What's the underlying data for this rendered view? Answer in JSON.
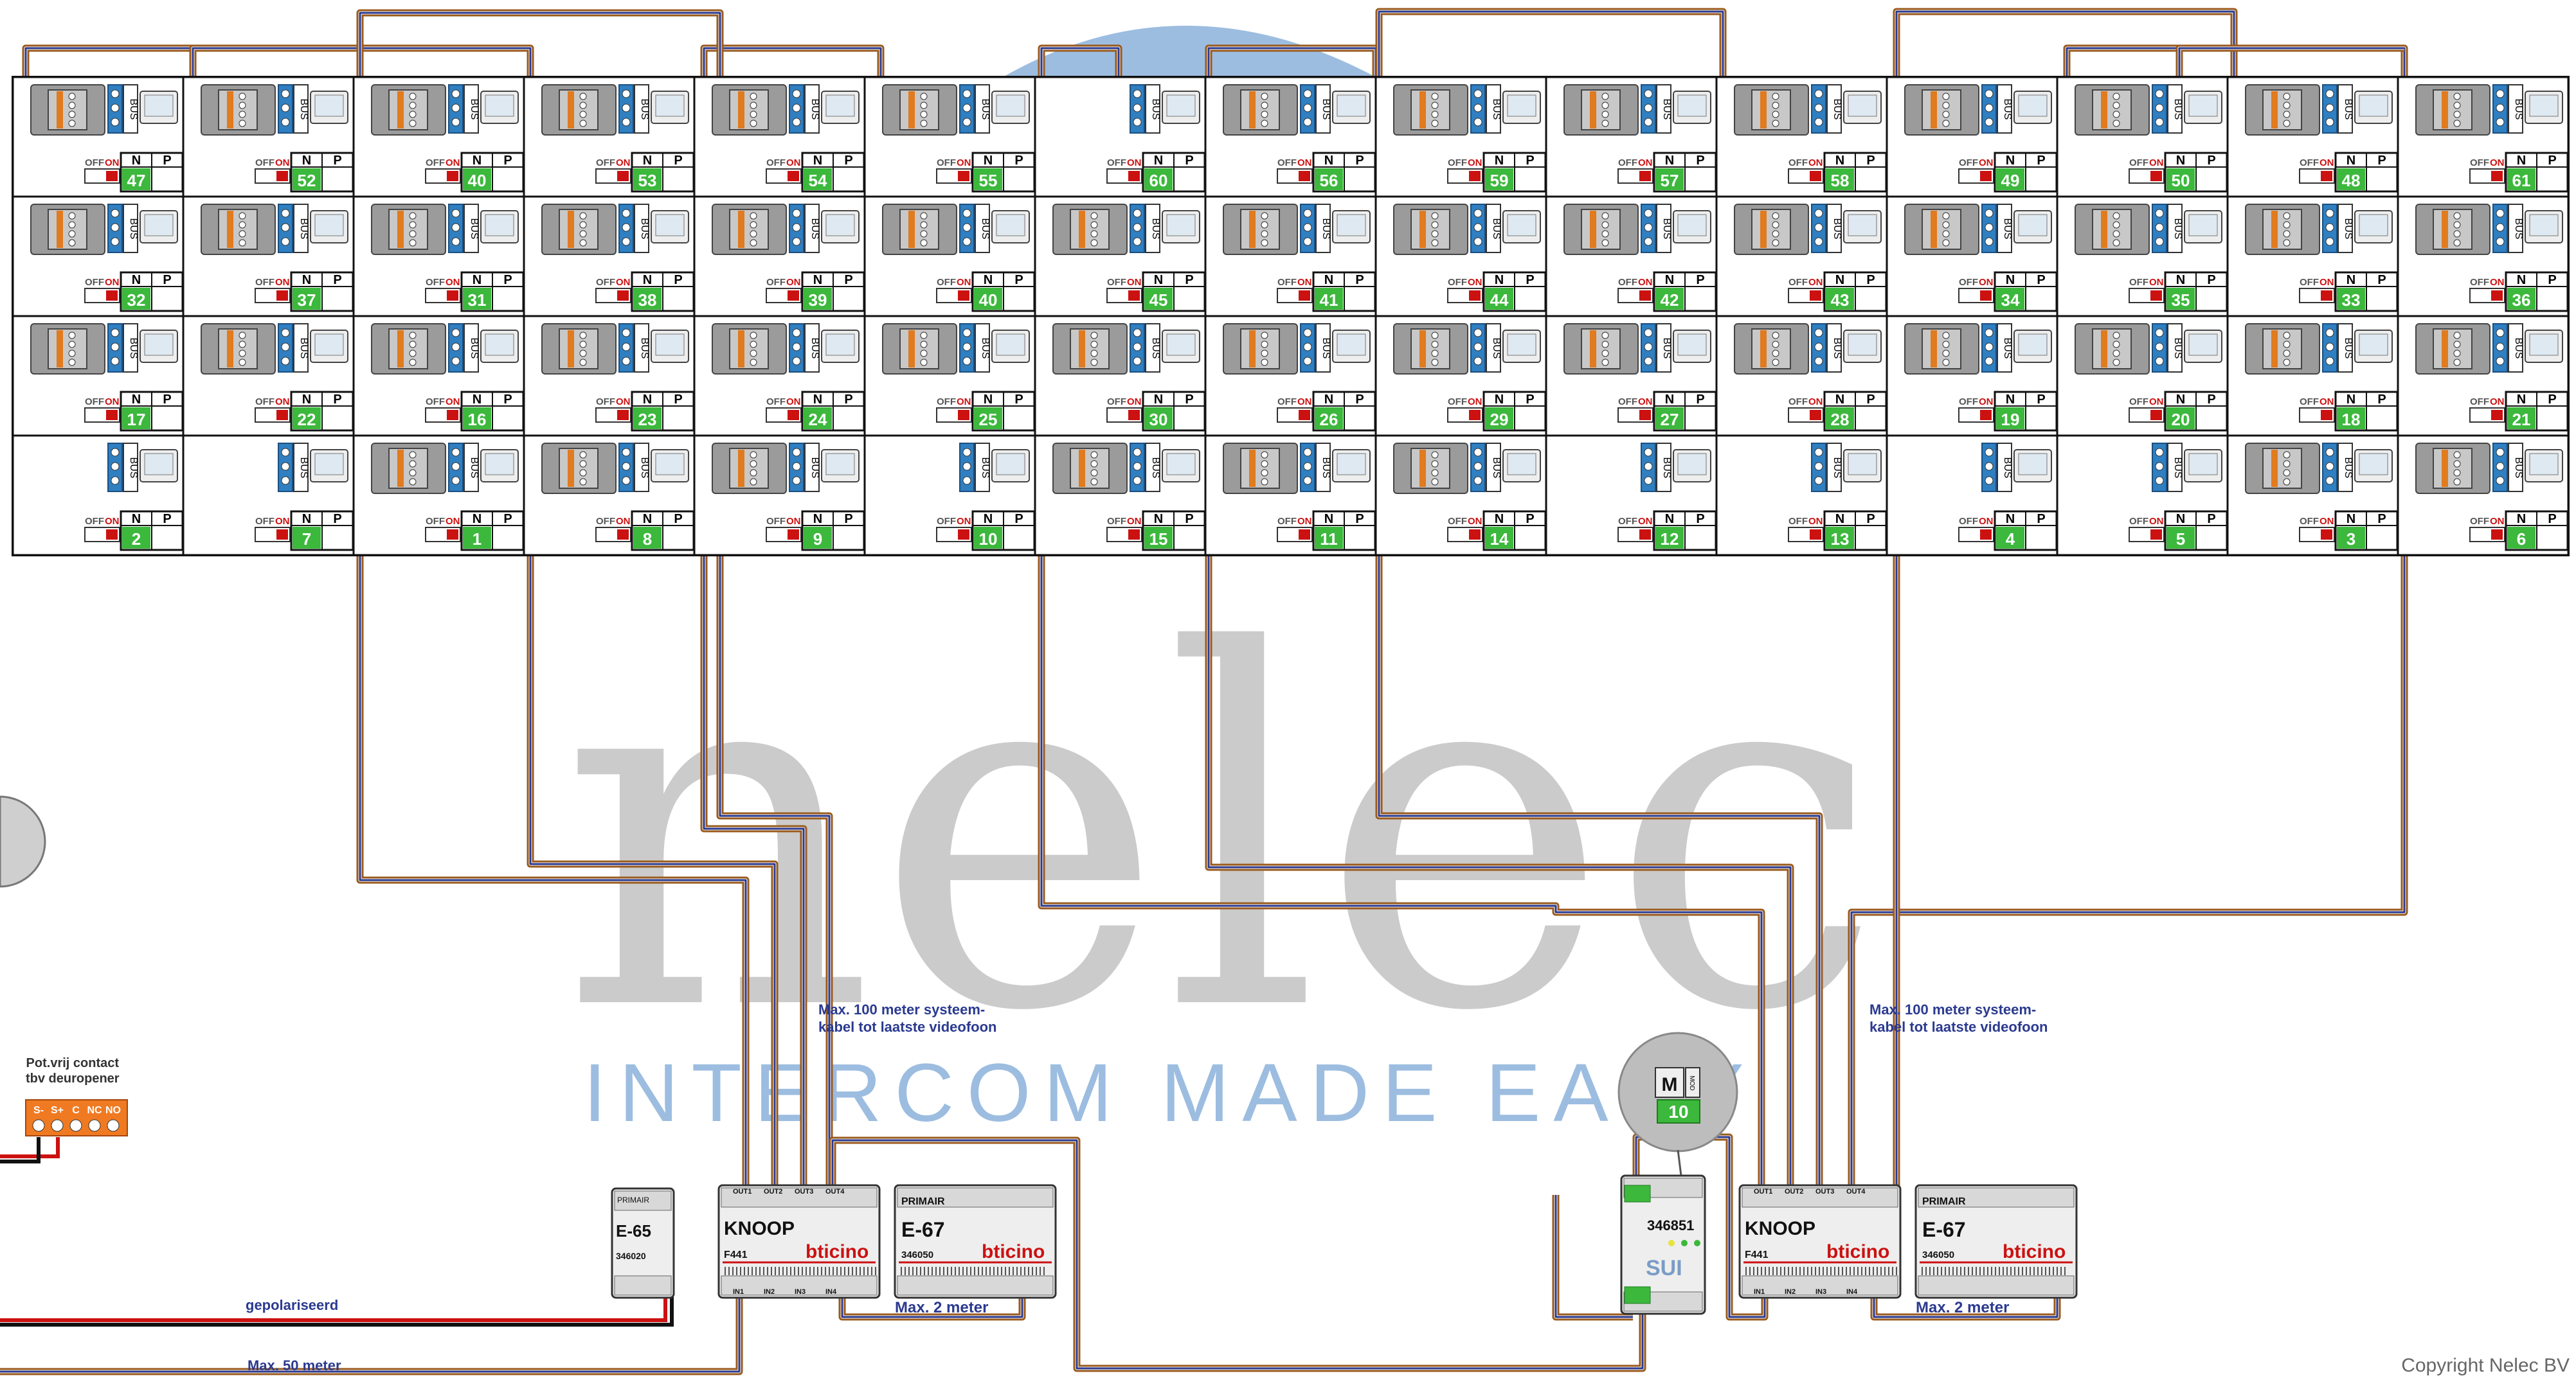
{
  "watermark": {
    "brand": "nelec",
    "tagline": "INTERCOM MADE EASY"
  },
  "copyright": "Copyright Nelec BV",
  "switch_labels": {
    "off": "OFF",
    "on": "ON",
    "n": "N",
    "p": "P",
    "bus": "BUS"
  },
  "grid": {
    "rows": [
      {
        "numbers": [
          "47",
          "52",
          "40",
          "53",
          "54",
          "55",
          "60",
          "56",
          "59",
          "57",
          "58",
          "49",
          "50",
          "48",
          "61"
        ],
        "has_module": [
          true,
          true,
          true,
          true,
          true,
          true,
          false,
          true,
          true,
          true,
          true,
          true,
          true,
          true,
          true
        ]
      },
      {
        "numbers": [
          "32",
          "37",
          "31",
          "38",
          "39",
          "40",
          "45",
          "41",
          "44",
          "42",
          "43",
          "34",
          "35",
          "33",
          "36"
        ],
        "has_module": [
          true,
          true,
          true,
          true,
          true,
          true,
          true,
          true,
          true,
          true,
          true,
          true,
          true,
          true,
          true
        ]
      },
      {
        "numbers": [
          "17",
          "22",
          "16",
          "23",
          "24",
          "25",
          "30",
          "26",
          "29",
          "27",
          "28",
          "19",
          "20",
          "18",
          "21"
        ],
        "has_module": [
          true,
          true,
          true,
          true,
          true,
          true,
          true,
          true,
          true,
          true,
          true,
          true,
          true,
          true,
          true
        ]
      },
      {
        "numbers": [
          "2",
          "7",
          "1",
          "8",
          "9",
          "10",
          "15",
          "11",
          "14",
          "12",
          "13",
          "4",
          "5",
          "3",
          "6"
        ],
        "has_module": [
          false,
          false,
          true,
          true,
          true,
          false,
          true,
          true,
          true,
          false,
          false,
          false,
          false,
          true,
          true
        ]
      }
    ]
  },
  "annotations": {
    "max100_left": "Max. 100 meter systeem-\nkabel tot laatste videofoon",
    "max100_right": "Max. 100 meter systeem-\nkabel tot laatste videofoon",
    "max2_left": "Max. 2 meter",
    "max2_right": "Max. 2 meter",
    "gepolariseerd": "gepolariseerd",
    "max50": "Max. 50 meter",
    "pot_contact": "Pot.vrij contact\ntbv deuropener"
  },
  "relay": {
    "terminals": [
      "S-",
      "S+",
      "C",
      "NC",
      "NO"
    ]
  },
  "modules": {
    "e65": {
      "name": "E-65",
      "code": "346020",
      "header": "PRIMAIR"
    },
    "knoop_left": {
      "name": "KNOOP",
      "model": "F441",
      "brand": "bticino",
      "outs": [
        "OUT1",
        "OUT2",
        "OUT3",
        "OUT4"
      ],
      "ins": [
        "IN1",
        "IN2",
        "IN3",
        "IN4"
      ]
    },
    "e67_left": {
      "name": "E-67",
      "code": "346050",
      "header": "PRIMAIR",
      "brand": "bticino"
    },
    "sui": {
      "code": "346851",
      "name": "SUI"
    },
    "knoop_right": {
      "name": "KNOOP",
      "model": "F441",
      "brand": "bticino",
      "outs": [
        "OUT1",
        "OUT2",
        "OUT3",
        "OUT4"
      ],
      "ins": [
        "IN1",
        "IN2",
        "IN3",
        "IN4"
      ]
    },
    "e67_right": {
      "name": "E-67",
      "code": "346050",
      "header": "PRIMAIR",
      "brand": "bticino"
    }
  },
  "zoom_detail": {
    "label": "M",
    "mod": "MOD",
    "value": "10"
  },
  "colors": {
    "wire_brown": "#9a5a1c",
    "wire_blue": "#2b3a8f",
    "switch_green": "#3cb83c",
    "switch_red": "#cc1111",
    "bus_blue": "#2f7fc1",
    "relay_orange": "#f07a22",
    "watermark_gray": "#cbcbcb",
    "watermark_blue": "#9cbde0"
  }
}
